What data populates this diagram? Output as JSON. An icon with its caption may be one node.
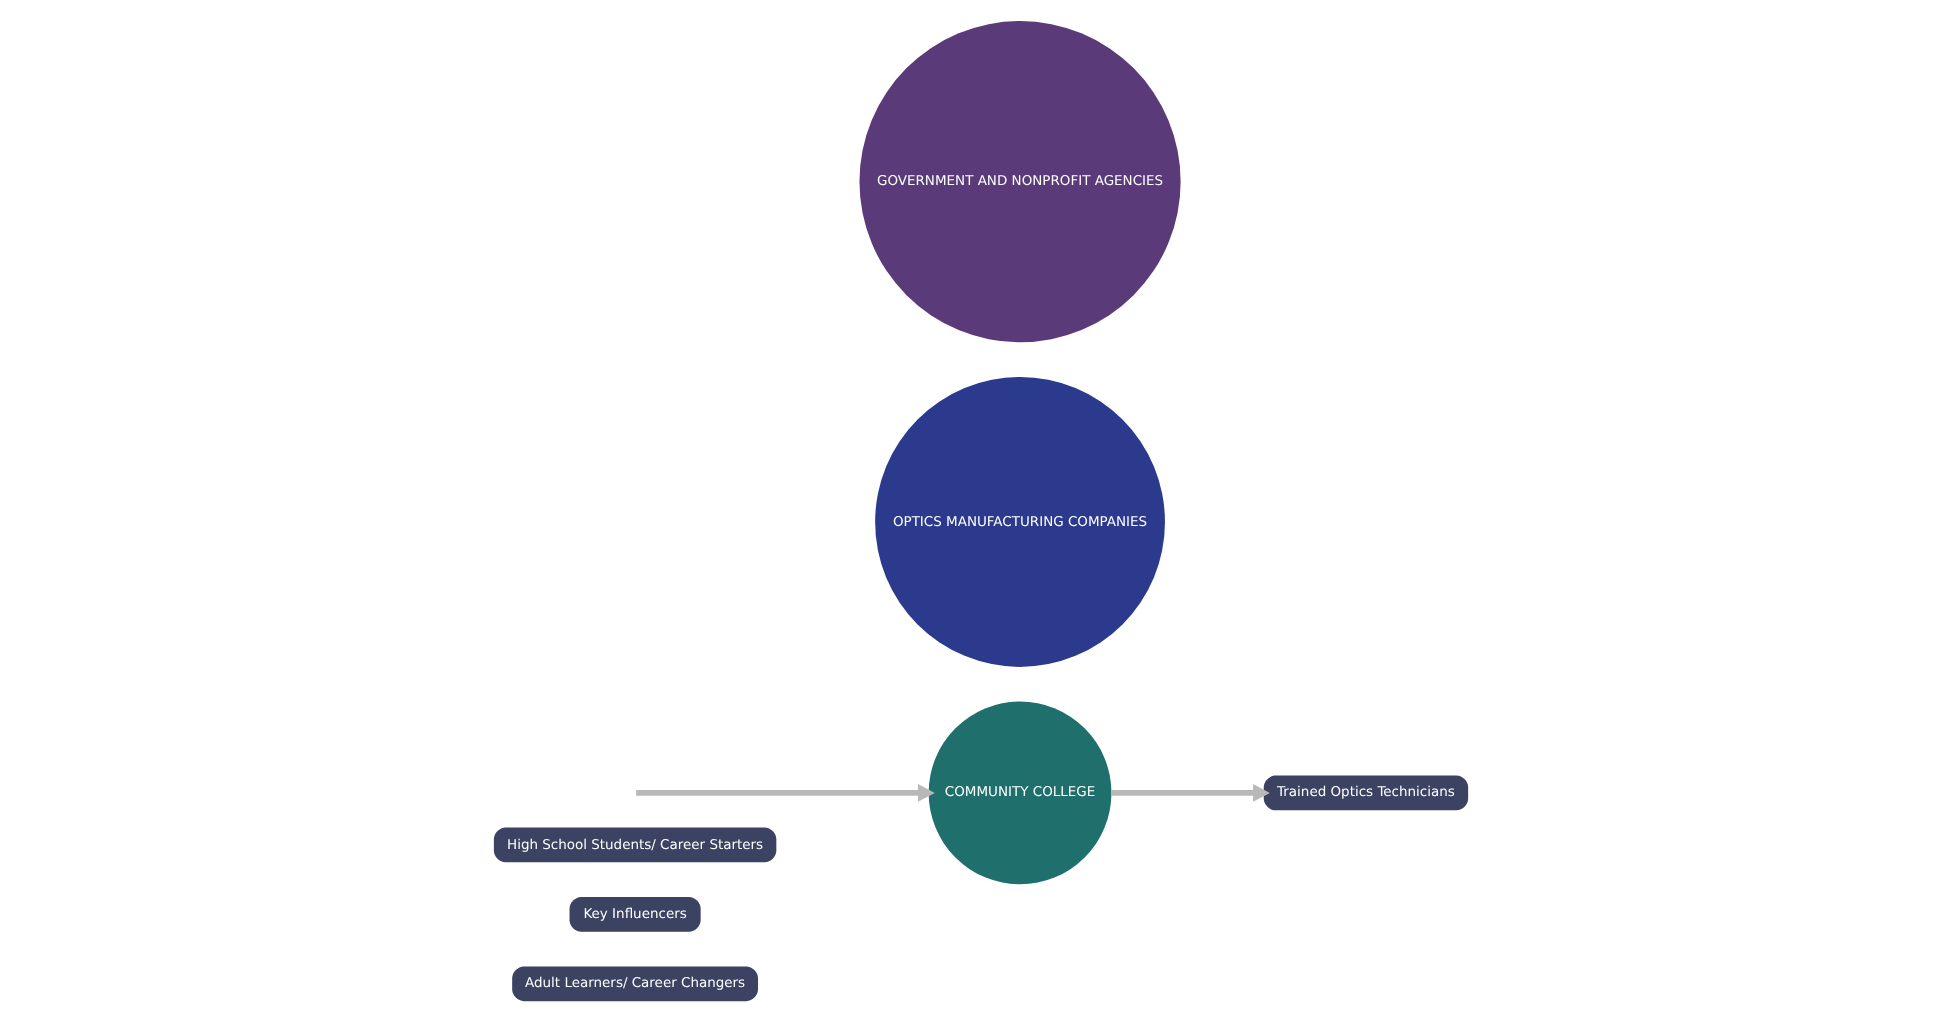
{
  "diagram": {
    "nodes": [
      {
        "text": [
          "Adult Learners/ Career Changers"
        ]
      },
      {
        "text": [
          "Key Influencers"
        ]
      },
      {
        "text": [
          "High School Students/ Career Starters"
        ]
      },
      {
        "text": [
          "COMMUNITY COLLEGE"
        ]
      },
      {
        "text": [
          "OPTICS MANUFACTURING COMPANIES"
        ]
      },
      {
        "text": [
          "GOVERNMENT AND NONPROFIT AGENCIES"
        ]
      },
      {
        "text": [
          "Trained Optics Technicians"
        ]
      }
    ],
    "edges": [
      {
        "from": null,
        "to": 3,
        "arrow": "to"
      },
      {
        "from": 3,
        "to": 6,
        "arrow": "to"
      }
    ]
  }
}
